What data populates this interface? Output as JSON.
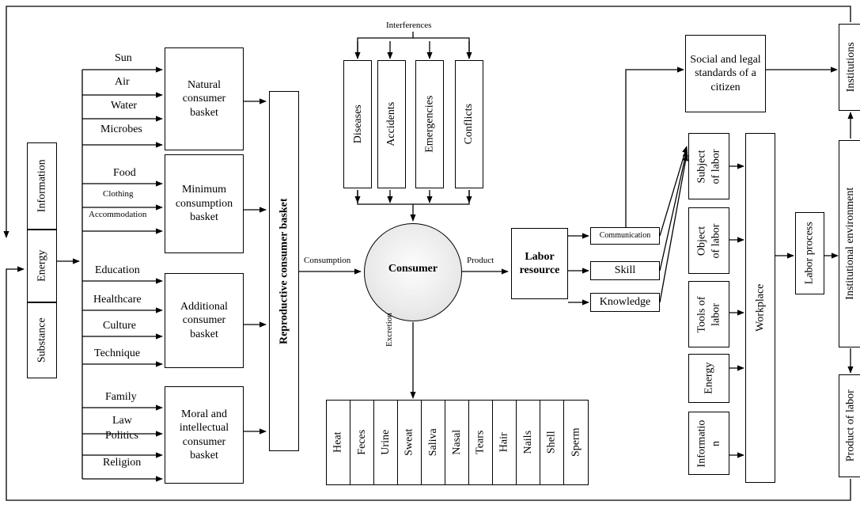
{
  "left_stack": {
    "information": "Information",
    "energy": "Energy",
    "substance": "Substance"
  },
  "resources": {
    "sun": "Sun",
    "air": "Air",
    "water": "Water",
    "microbes": "Microbes",
    "food": "Food",
    "clothing": "Clothing",
    "accommodation": "Accommodation",
    "education": "Education",
    "healthcare": "Healthcare",
    "culture": "Culture",
    "technique": "Technique",
    "family": "Family",
    "law": "Law",
    "politics": "Politics",
    "religion": "Religion"
  },
  "baskets": {
    "natural": "Natural consumer basket",
    "minimum": "Minimum consumption basket",
    "additional": "Additional consumer basket",
    "moral": "Moral and intellectual consumer basket"
  },
  "reproductive": "Reproductive consumer basket",
  "interferences": {
    "title": "Interferences",
    "diseases": "Diseases",
    "accidents": "Accidents",
    "emergencies": "Emergencies",
    "conflicts": "Conflicts"
  },
  "flow": {
    "consumption": "Consumption",
    "consumer": "Consumer",
    "product": "Product",
    "excretion": "Excretion"
  },
  "excretions": [
    "Heat",
    "Feces",
    "Urine",
    "Sweat",
    "Saliva",
    "Nasal",
    "Tears",
    "Hair",
    "Nails",
    "Shell",
    "Sperm"
  ],
  "labor": {
    "resource": "Labor resource",
    "communication": "Communication",
    "skill": "Skill",
    "knowledge": "Knowledge"
  },
  "social": "Social and legal standards of a citizen",
  "workplace_inputs": {
    "subject": "Subject of labor",
    "object": "Object of labor",
    "tools": "Tools of labor",
    "energy": "Energy",
    "information": "Informatio n"
  },
  "workplace": "Workplace",
  "labor_process": "Labor process",
  "right_stack": {
    "institutions": "Institutions",
    "environment": "Institutional environment",
    "product": "Product of labor"
  }
}
